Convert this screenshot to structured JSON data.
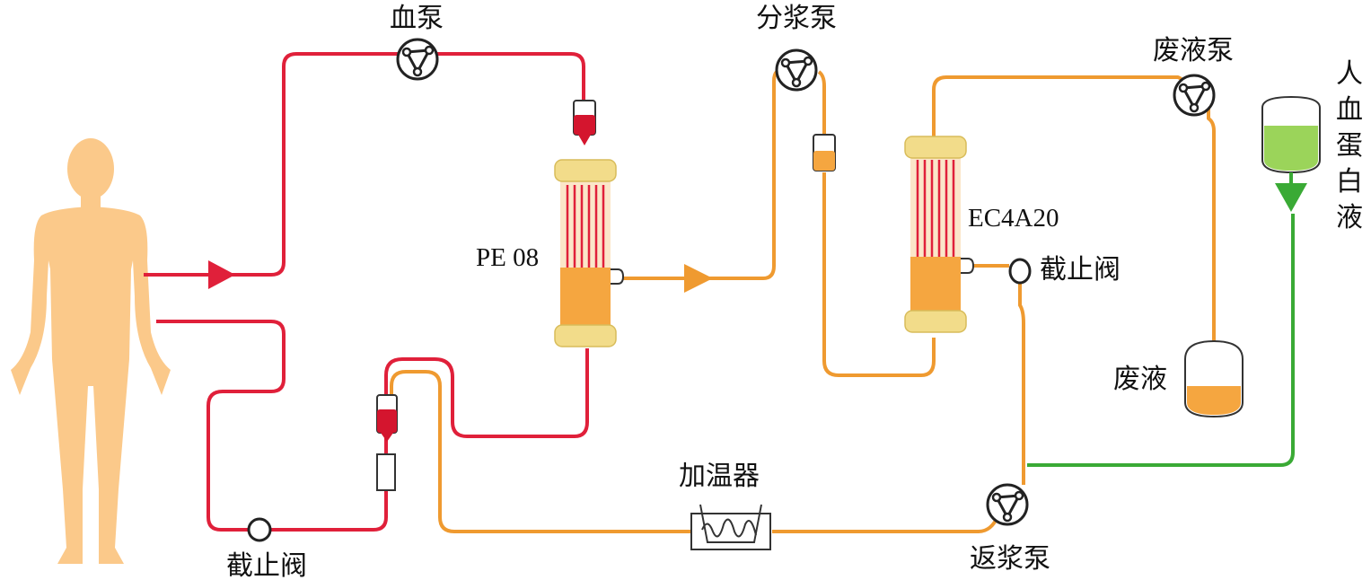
{
  "labels": {
    "blood_pump": "血泵",
    "plasma_separation_pump": "分浆泵",
    "waste_pump": "废液泵",
    "albumin_solution": [
      "人",
      "血",
      "蛋",
      "白",
      "液"
    ],
    "plasma_separator": "PE 08",
    "plasma_fractionator": "EC4A20",
    "shutoff_valve_right": "截止阀",
    "waste_fluid": "废液",
    "warmer": "加温器",
    "shutoff_valve_left": "截止阀",
    "return_pump": "返浆泵"
  },
  "colors": {
    "blood_line": "#e0203a",
    "plasma_line": "#ef9a30",
    "albumin_line": "#3aaa35",
    "body": "#fbc98a",
    "filter_cap": "#f2dc8a",
    "filter_body": "#f5a640",
    "albumin_fluid": "#9bd45a"
  },
  "icons": {
    "pumps": "roller-pump-icon",
    "valves": "valve-icon",
    "patient": "human-silhouette-icon",
    "warmer": "heater-coil-icon"
  }
}
